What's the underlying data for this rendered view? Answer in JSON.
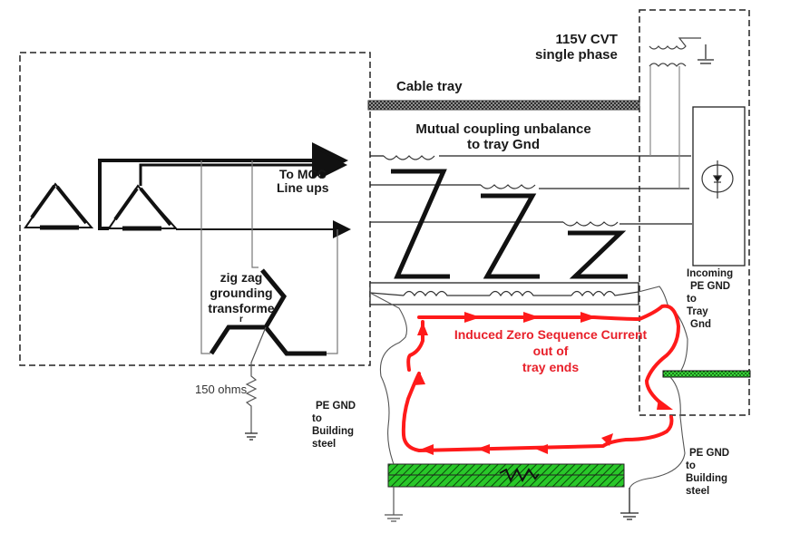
{
  "diagram": {
    "title": "Induced zero sequence current in cable tray grounding",
    "labels": {
      "cvt": [
        "115V CVT",
        "single phase"
      ],
      "cable_tray": "Cable tray",
      "mutual_coupling": [
        "Mutual coupling unbalance",
        "to tray Gnd"
      ],
      "to_mcc": [
        "To MCC",
        "Line ups"
      ],
      "zigzag": [
        "zig zag",
        "grounding",
        "transforme",
        "r"
      ],
      "resistor": "150 ohms",
      "pe_gnd_left": [
        "PE GND",
        "to",
        "Building",
        "steel"
      ],
      "pe_gnd_right": [
        "PE GND",
        "to",
        "Building",
        "steel"
      ],
      "incoming_pe": [
        "Incoming",
        "PE GND",
        "to",
        "Tray",
        "Gnd"
      ],
      "induced_current": [
        "Induced Zero Sequence Current",
        "out of",
        "tray ends"
      ]
    },
    "impedance_symbols": [
      "Z",
      "Z",
      "Z"
    ],
    "colors": {
      "current_path": "#ff1a1a",
      "steel_bar": "#22c222",
      "tray_bar": "#3a3a3a",
      "line": "#111111"
    }
  }
}
